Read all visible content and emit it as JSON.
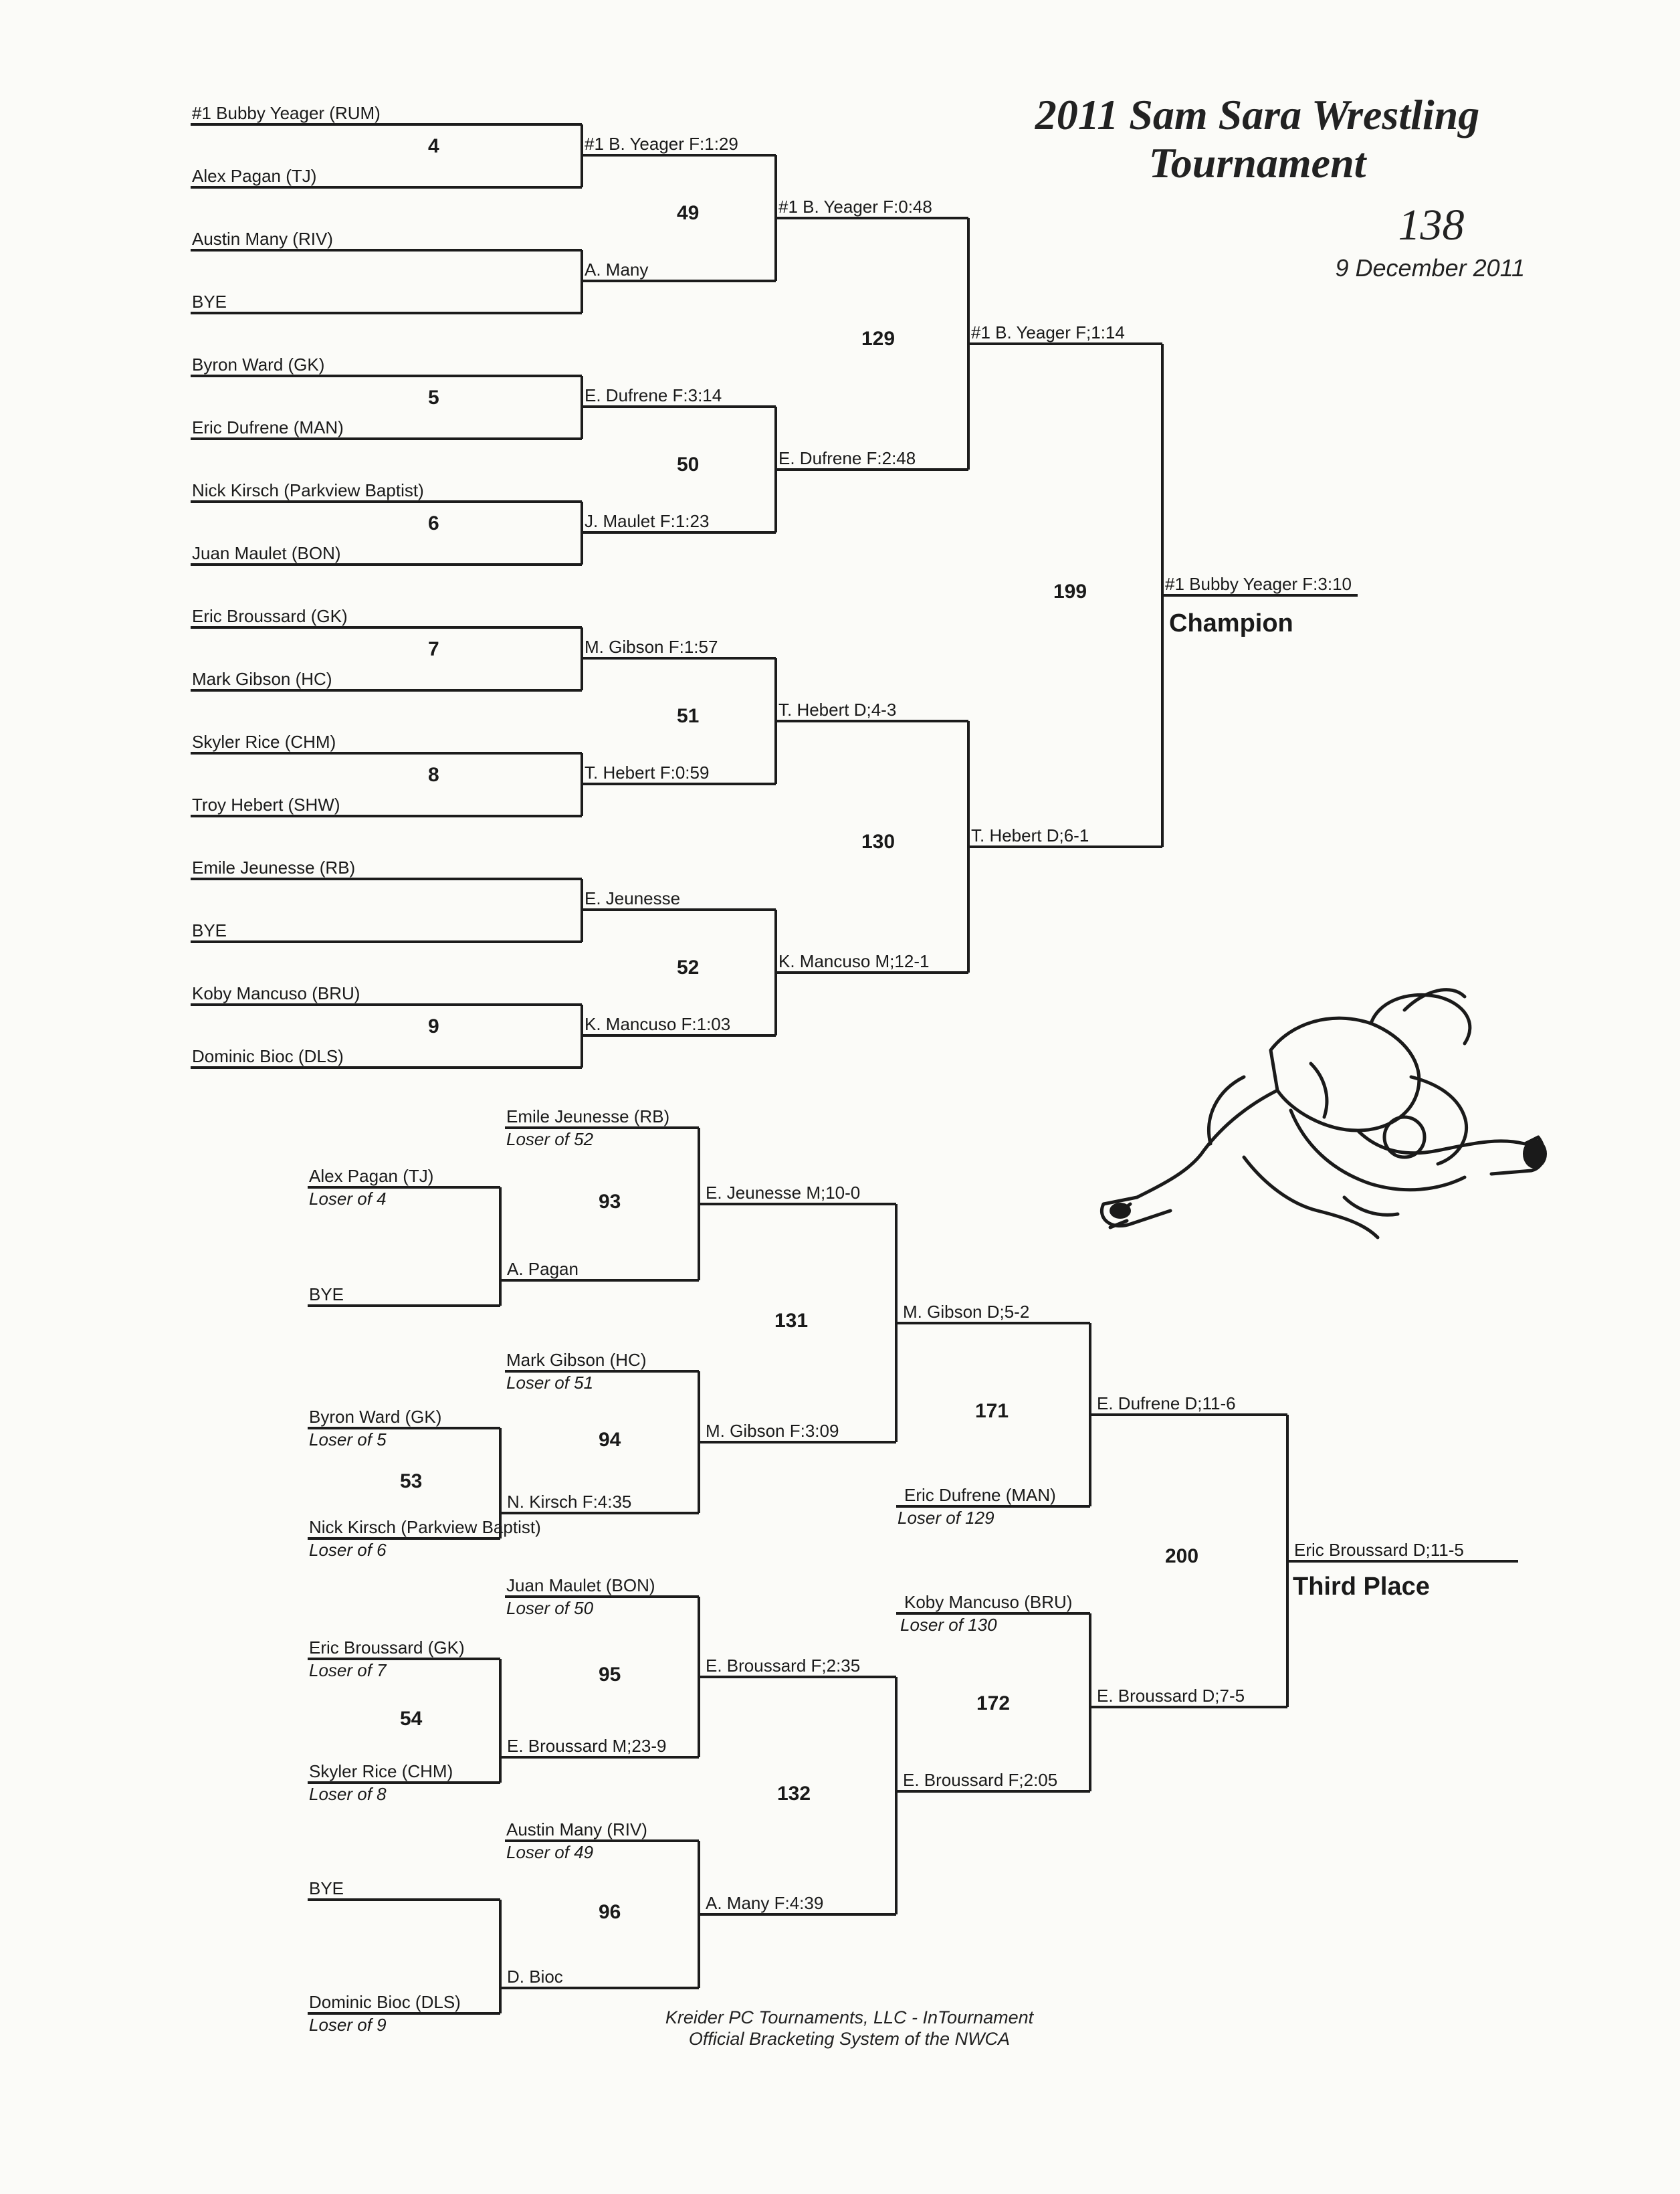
{
  "header": {
    "title_line1": "2011 Sam Sara Wrestling",
    "title_line2": "Tournament",
    "weight_class": "138",
    "date": "9 December 2011"
  },
  "championship": {
    "round1": [
      {
        "top": "#1 Bubby Yeager (RUM)",
        "bottom": "Alex Pagan (TJ)",
        "bout": "4",
        "result": "#1 B. Yeager F:1:29"
      },
      {
        "top": "Austin Many (RIV)",
        "bottom": "BYE",
        "bout": "",
        "result": "A. Many"
      },
      {
        "top": "Byron Ward (GK)",
        "bottom": "Eric Dufrene (MAN)",
        "bout": "5",
        "result": "E. Dufrene F:3:14"
      },
      {
        "top": "Nick Kirsch (Parkview Baptist)",
        "bottom": "Juan Maulet (BON)",
        "bout": "6",
        "result": "J. Maulet F:1:23"
      },
      {
        "top": "Eric Broussard (GK)",
        "bottom": "Mark Gibson (HC)",
        "bout": "7",
        "result": "M. Gibson F:1:57"
      },
      {
        "top": "Skyler Rice (CHM)",
        "bottom": "Troy Hebert (SHW)",
        "bout": "8",
        "result": "T. Hebert F:0:59"
      },
      {
        "top": "Emile Jeunesse (RB)",
        "bottom": "BYE",
        "bout": "",
        "result": "E. Jeunesse"
      },
      {
        "top": "Koby Mancuso (BRU)",
        "bottom": "Dominic Bioc (DLS)",
        "bout": "9",
        "result": "K. Mancuso F:1:03"
      }
    ],
    "round2": [
      {
        "bout": "49",
        "result": "#1 B. Yeager F:0:48"
      },
      {
        "bout": "50",
        "result": "E. Dufrene F:2:48"
      },
      {
        "bout": "51",
        "result": "T. Hebert D;4-3"
      },
      {
        "bout": "52",
        "result": "K. Mancuso M;12-1"
      }
    ],
    "semis": [
      {
        "bout": "129",
        "result": "#1 B. Yeager F;1:14"
      },
      {
        "bout": "130",
        "result": "T. Hebert D;6-1"
      }
    ],
    "final": {
      "bout": "199",
      "result": "#1 Bubby Yeager F:3:10",
      "label": "Champion"
    }
  },
  "consolation": {
    "block1": {
      "drop_in": {
        "name": "Emile Jeunesse (RB)",
        "note": "Loser of  52"
      },
      "a": {
        "name": "Alex Pagan (TJ)",
        "note": "Loser of  4"
      },
      "b": {
        "name": "BYE",
        "note": ""
      },
      "bout": "",
      "pair_result": "A. Pagan",
      "bout2": "93",
      "result2": "E. Jeunesse M;10-0"
    },
    "block2": {
      "drop_in": {
        "name": "Mark Gibson (HC)",
        "note": "Loser of  51"
      },
      "a": {
        "name": "Byron Ward (GK)",
        "note": "Loser of  5"
      },
      "b": {
        "name": "Nick Kirsch (Parkview Baptist)",
        "note": "Loser of  6"
      },
      "bout": "53",
      "pair_result": "N. Kirsch F:4:35",
      "bout2": "94",
      "result2": "M. Gibson F:3:09"
    },
    "block3": {
      "drop_in": {
        "name": "Juan Maulet (BON)",
        "note": "Loser of  50"
      },
      "a": {
        "name": "Eric Broussard (GK)",
        "note": "Loser of  7"
      },
      "b": {
        "name": "Skyler Rice (CHM)",
        "note": "Loser of  8"
      },
      "bout": "54",
      "pair_result": "E. Broussard M;23-9",
      "bout2": "95",
      "result2": "E. Broussard F;2:35"
    },
    "block4": {
      "drop_in": {
        "name": "Austin Many (RIV)",
        "note": "Loser of  49"
      },
      "a": {
        "name": "BYE",
        "note": ""
      },
      "b": {
        "name": "Dominic Bioc (DLS)",
        "note": "Loser of  9"
      },
      "bout": "",
      "pair_result": "D. Bioc",
      "bout2": "96",
      "result2": "A. Many F:4:39"
    },
    "bout131": {
      "bout": "131",
      "result": "M. Gibson D;5-2"
    },
    "bout132": {
      "bout": "132",
      "result": "E. Broussard F;2:05"
    },
    "bout171": {
      "bout": "171",
      "drop_in": {
        "name": "Eric Dufrene (MAN)",
        "note": "Loser of  129"
      },
      "result": "E. Dufrene D;11-6"
    },
    "bout172": {
      "bout": "172",
      "drop_in": {
        "name": "Koby Mancuso (BRU)",
        "note": "Loser of  130"
      },
      "result": "E. Broussard D;7-5"
    },
    "bout200": {
      "bout": "200",
      "result": "Eric Broussard D;11-5",
      "label": "Third Place"
    }
  },
  "footer": {
    "line1": "Kreider PC Tournaments, LLC - InTournament",
    "line2": "Official Bracketing System of the NWCA"
  },
  "illustration": "wrestlers-drawing"
}
